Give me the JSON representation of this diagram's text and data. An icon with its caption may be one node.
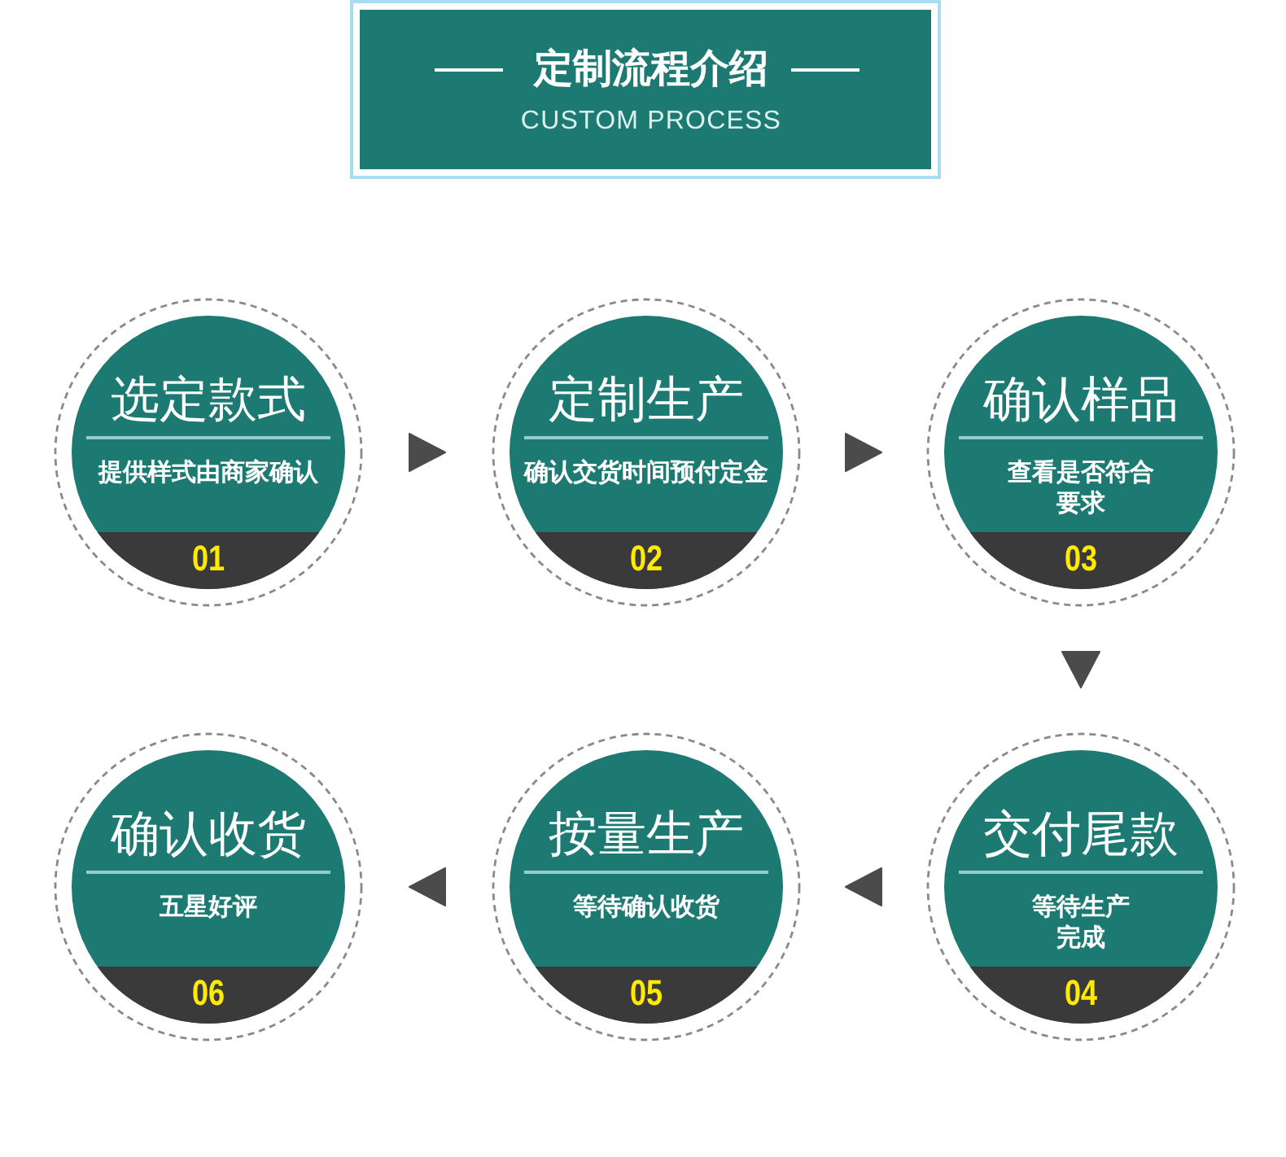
{
  "diagram": {
    "title": "定制流程介绍",
    "nodes": [
      {
        "text": [
          "选定款式",
          "提供样式由商家确认",
          "01"
        ]
      },
      {
        "text": [
          "定制生产",
          "确认交货时间预付定金",
          "02"
        ]
      },
      {
        "text": [
          "确认样品",
          "查看是否符合要求",
          "03"
        ]
      },
      {
        "text": [
          "交付尾款",
          "等待生产完成",
          "04"
        ]
      },
      {
        "text": [
          "按量生产",
          "等待确认收货",
          "05"
        ]
      },
      {
        "text": [
          "确认收货",
          "五星好评",
          "06"
        ]
      }
    ],
    "edges": [
      {
        "from": 0,
        "to": 1,
        "arrow": "to"
      },
      {
        "from": 1,
        "to": 2,
        "arrow": "to"
      },
      {
        "from": 2,
        "to": 3,
        "arrow": "to"
      },
      {
        "from": 3,
        "to": 4,
        "arrow": "to"
      },
      {
        "from": 4,
        "to": 5,
        "arrow": "to"
      }
    ],
    "labels": [
      "CUSTOM PROCESS"
    ]
  }
}
